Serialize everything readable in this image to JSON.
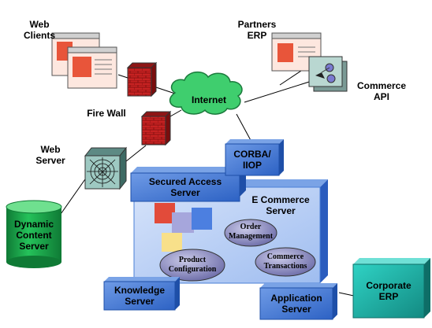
{
  "labels": {
    "web_clients": "Web\nClients",
    "partners_erp": "Partners\nERP",
    "commerce_api": "Commerce\nAPI",
    "internet": "Internet",
    "fire_wall": "Fire Wall",
    "web_server": "Web\nServer",
    "corba": "CORBA/\nIIOP",
    "secured_access": "Secured Access\nServer",
    "ecommerce": "E Commerce\nServer",
    "order_mgmt": "Order\nManagement",
    "product_config": "Product\nConfiguration",
    "commerce_tx": "Commerce\nTransactions",
    "dynamic_content": "Dynamic\nContent\nServer",
    "knowledge": "Knowledge\nServer",
    "application": "Application\nServer",
    "corporate_erp": "Corporate\nERP"
  },
  "colors": {
    "cloud": "#33cc66",
    "firewall": "#cc2222",
    "box_blue": "#4a7fd6",
    "box_light": "#b7cdf2",
    "cylinder": "#1aa34a",
    "teal": "#1fb3a8",
    "oval": "#8c8cc0"
  }
}
